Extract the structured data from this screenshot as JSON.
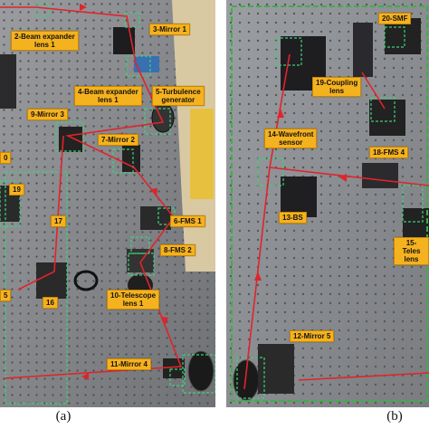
{
  "panels": {
    "a": {
      "caption": "(a)",
      "labels": {
        "beam_expander_1": "2-Beam expander\nlens 1",
        "mirror_1": "3-Mirror 1",
        "beam_expander_lens_1b": "4-Beam expander\nlens 1",
        "turbulence": "5-Turbulence\ngenerator",
        "mirror_3": "9-Mirror 3",
        "mirror_2": "7-Mirror 2",
        "fms_1": "6-FMS 1",
        "fms_2": "8-FMS 2",
        "telescope_lens_1": "10-Telescope\nlens 1",
        "mirror_4": "11-Mirror 4",
        "n19": "19",
        "n17": "17",
        "n16": "16",
        "n5": "5",
        "n0": "0"
      }
    },
    "b": {
      "caption": "(b)",
      "labels": {
        "smf": "20-SMF",
        "coupling_lens": "19-Coupling\nlens",
        "wavefront": "14-Wavefront\nsensor",
        "fms_4": "18-FMS 4",
        "bs": "13-BS",
        "telescope": "15-Teles\nlens",
        "mirror_5": "12-Mirror 5"
      }
    }
  },
  "colors": {
    "table": "#7e8083",
    "beam": "#e0242b",
    "label_fill": "#f5b21f",
    "dashed_box": "#3fd07a",
    "frame_b": "#3fae49"
  }
}
